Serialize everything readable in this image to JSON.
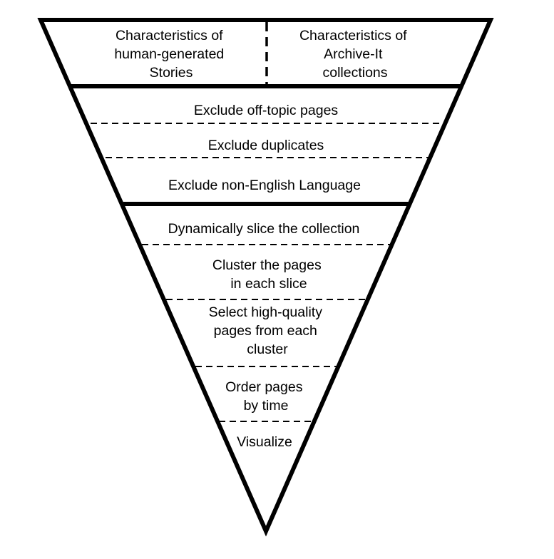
{
  "header": {
    "left_lines": [
      "Characteristics of",
      "human-generated",
      "Stories"
    ],
    "right_lines": [
      "Characteristics of",
      "Archive-It",
      "collections"
    ]
  },
  "exclusion_steps": [
    {
      "lines": [
        "Exclude off-topic pages"
      ]
    },
    {
      "lines": [
        "Exclude duplicates"
      ]
    },
    {
      "lines": [
        "Exclude non-English Language"
      ]
    }
  ],
  "processing_steps": [
    {
      "lines": [
        "Dynamically slice the collection"
      ]
    },
    {
      "lines": [
        "Cluster the pages",
        "in each slice"
      ]
    },
    {
      "lines": [
        "Select high-quality",
        "pages from each",
        "cluster"
      ]
    },
    {
      "lines": [
        "Order pages",
        "by time"
      ]
    },
    {
      "lines": [
        "Visualize"
      ]
    }
  ],
  "colors": {
    "stroke": "#000000",
    "text": "#000000",
    "background": "#ffffff"
  }
}
